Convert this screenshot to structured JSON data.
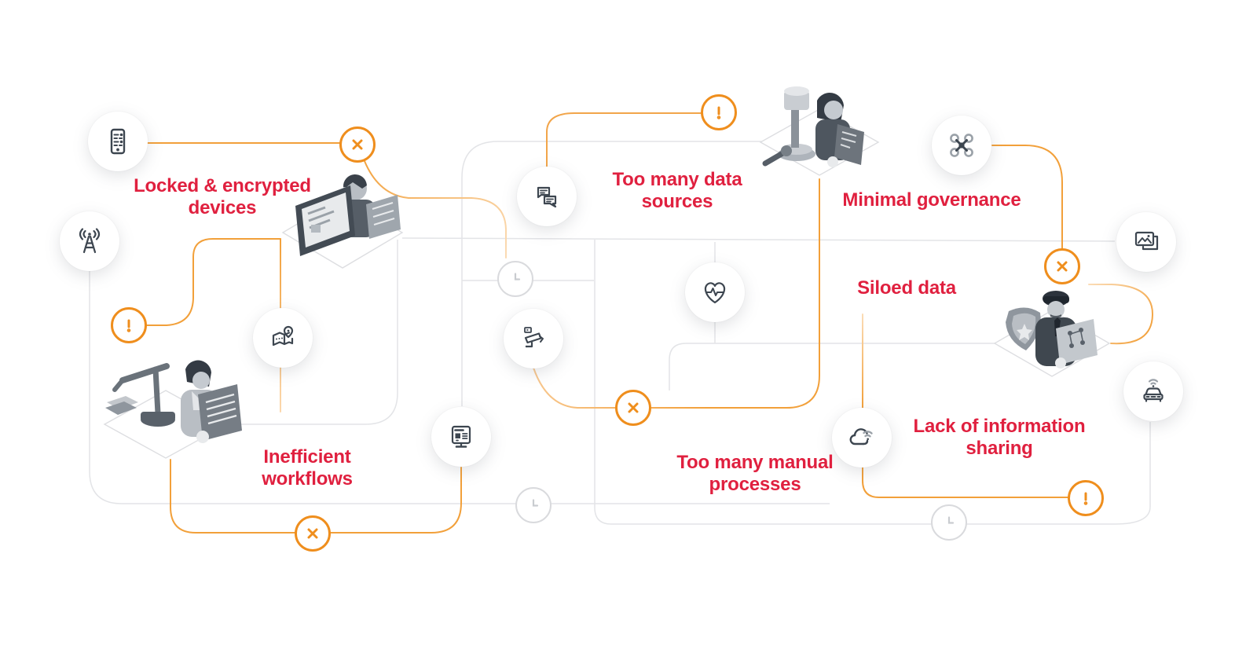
{
  "page": {
    "title": "Public safety pain points diagram",
    "background": "#ffffff"
  },
  "colors": {
    "label_red": "#e0203f",
    "badge_orange": "#ef8e1d",
    "wire_orange": "#f2a03a",
    "wire_orange_light": "#f9cfa0",
    "wire_gray": "#e3e4e7",
    "icon_dark": "#3d4650",
    "clock_gray": "#c9ccd0"
  },
  "labels": {
    "locked_devices": "Locked & encrypted\ndevices",
    "data_sources": "Too many data\nsources",
    "governance": "Minimal governance",
    "siloed": "Siloed data",
    "workflows": "Inefficient\nworkflows",
    "manual": "Too many manual\nprocesses",
    "sharing": "Lack of information\nsharing"
  },
  "nodes": [
    {
      "id": "mobile-device",
      "icon": "mobile-device-icon"
    },
    {
      "id": "radio-tower",
      "icon": "radio-tower-icon"
    },
    {
      "id": "map-location",
      "icon": "map-location-icon"
    },
    {
      "id": "chat-messages",
      "icon": "chat-messages-icon"
    },
    {
      "id": "cctv-camera",
      "icon": "cctv-camera-icon"
    },
    {
      "id": "health-pulse",
      "icon": "health-pulse-icon"
    },
    {
      "id": "news-monitor",
      "icon": "news-monitor-icon"
    },
    {
      "id": "drone",
      "icon": "drone-icon"
    },
    {
      "id": "photo-gallery",
      "icon": "photo-gallery-icon"
    },
    {
      "id": "cloud-wifi",
      "icon": "cloud-wifi-icon"
    },
    {
      "id": "connected-car",
      "icon": "connected-car-icon"
    },
    {
      "id": "clock-1",
      "icon": "clock-icon"
    },
    {
      "id": "clock-2",
      "icon": "clock-icon"
    },
    {
      "id": "clock-3",
      "icon": "clock-icon"
    }
  ],
  "badges": [
    {
      "id": "cross-1",
      "type": "cross"
    },
    {
      "id": "cross-2",
      "type": "cross"
    },
    {
      "id": "cross-3",
      "type": "cross"
    },
    {
      "id": "cross-4",
      "type": "cross"
    },
    {
      "id": "alert-1",
      "type": "exclamation"
    },
    {
      "id": "alert-2",
      "type": "exclamation"
    },
    {
      "id": "alert-3",
      "type": "exclamation"
    }
  ],
  "illustrations": [
    {
      "id": "analyst-reading-tablet"
    },
    {
      "id": "investigators-with-microscope"
    },
    {
      "id": "police-officer-with-shield"
    },
    {
      "id": "clerk-at-desk"
    }
  ]
}
